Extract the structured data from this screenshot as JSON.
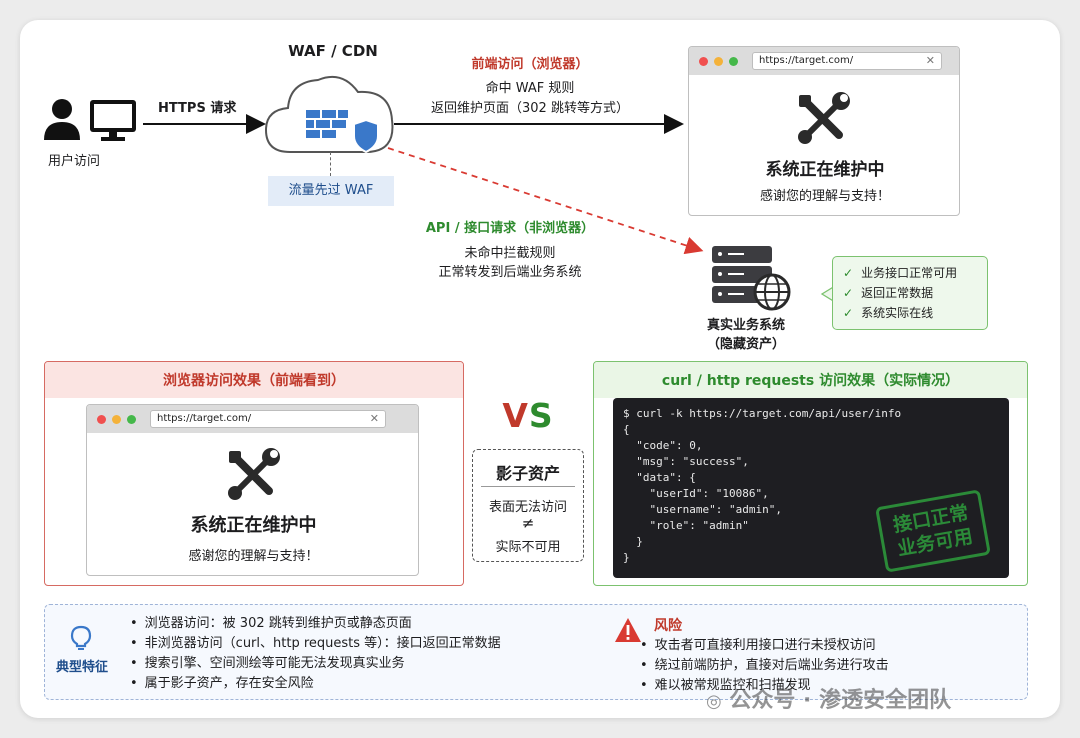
{
  "top": {
    "user_label": "用户访问",
    "https_label": "HTTPS 请求",
    "waf_title": "WAF / CDN",
    "waf_note": "流量先过 WAF",
    "frontend_title": "前端访问（浏览器）",
    "frontend_line1": "命中 WAF 规则",
    "frontend_line2": "返回维护页面（302 跳转等方式）",
    "api_title": "API / 接口请求（非浏览器）",
    "api_line1": "未命中拦截规则",
    "api_line2": "正常转发到后端业务系统",
    "server_label1": "真实业务系统",
    "server_label2": "（隐藏资产）",
    "checks": [
      "业务接口正常可用",
      "返回正常数据",
      "系统实际在线"
    ]
  },
  "browser_top": {
    "url": "https://target.com/",
    "title": "系统正在维护中",
    "subtitle": "感谢您的理解与支持！"
  },
  "left_panel": {
    "header": "浏览器访问效果（前端看到）",
    "url": "https://target.com/",
    "title": "系统正在维护中",
    "subtitle": "感谢您的理解与支持！"
  },
  "vs": {
    "label": "VS",
    "shadow_title": "影子资产",
    "line1": "表面无法访问",
    "neq": "≠",
    "line2": "实际不可用"
  },
  "right_panel": {
    "header": "curl / http requests 访问效果（实际情况）",
    "code": "$ curl -k https://target.com/api/user/info\n{\n  \"code\": 0,\n  \"msg\": \"success\",\n  \"data\": {\n    \"userId\": \"10086\",\n    \"username\": \"admin\",\n    \"role\": \"admin\"\n  }\n}",
    "stamp_line1": "接口正常",
    "stamp_line2": "业务可用"
  },
  "features": {
    "title": "典型特征",
    "items": [
      "浏览器访问：被 302 跳转到维护页或静态页面",
      "非浏览器访问（curl、http requests 等）：接口返回正常数据",
      "搜索引擎、空间测绘等可能无法发现真实业务",
      "属于影子资产，存在安全风险"
    ]
  },
  "risk": {
    "title": "风险",
    "items": [
      "攻击者可直接利用接口进行未授权访问",
      "绕过前端防护，直接对后端业务进行攻击",
      "难以被常规监控和扫描发现"
    ]
  },
  "watermark": "公众号 · 渗透安全团队",
  "colors": {
    "red": "#c0392b",
    "green": "#2e8b2e",
    "blue": "#3a78c9"
  }
}
